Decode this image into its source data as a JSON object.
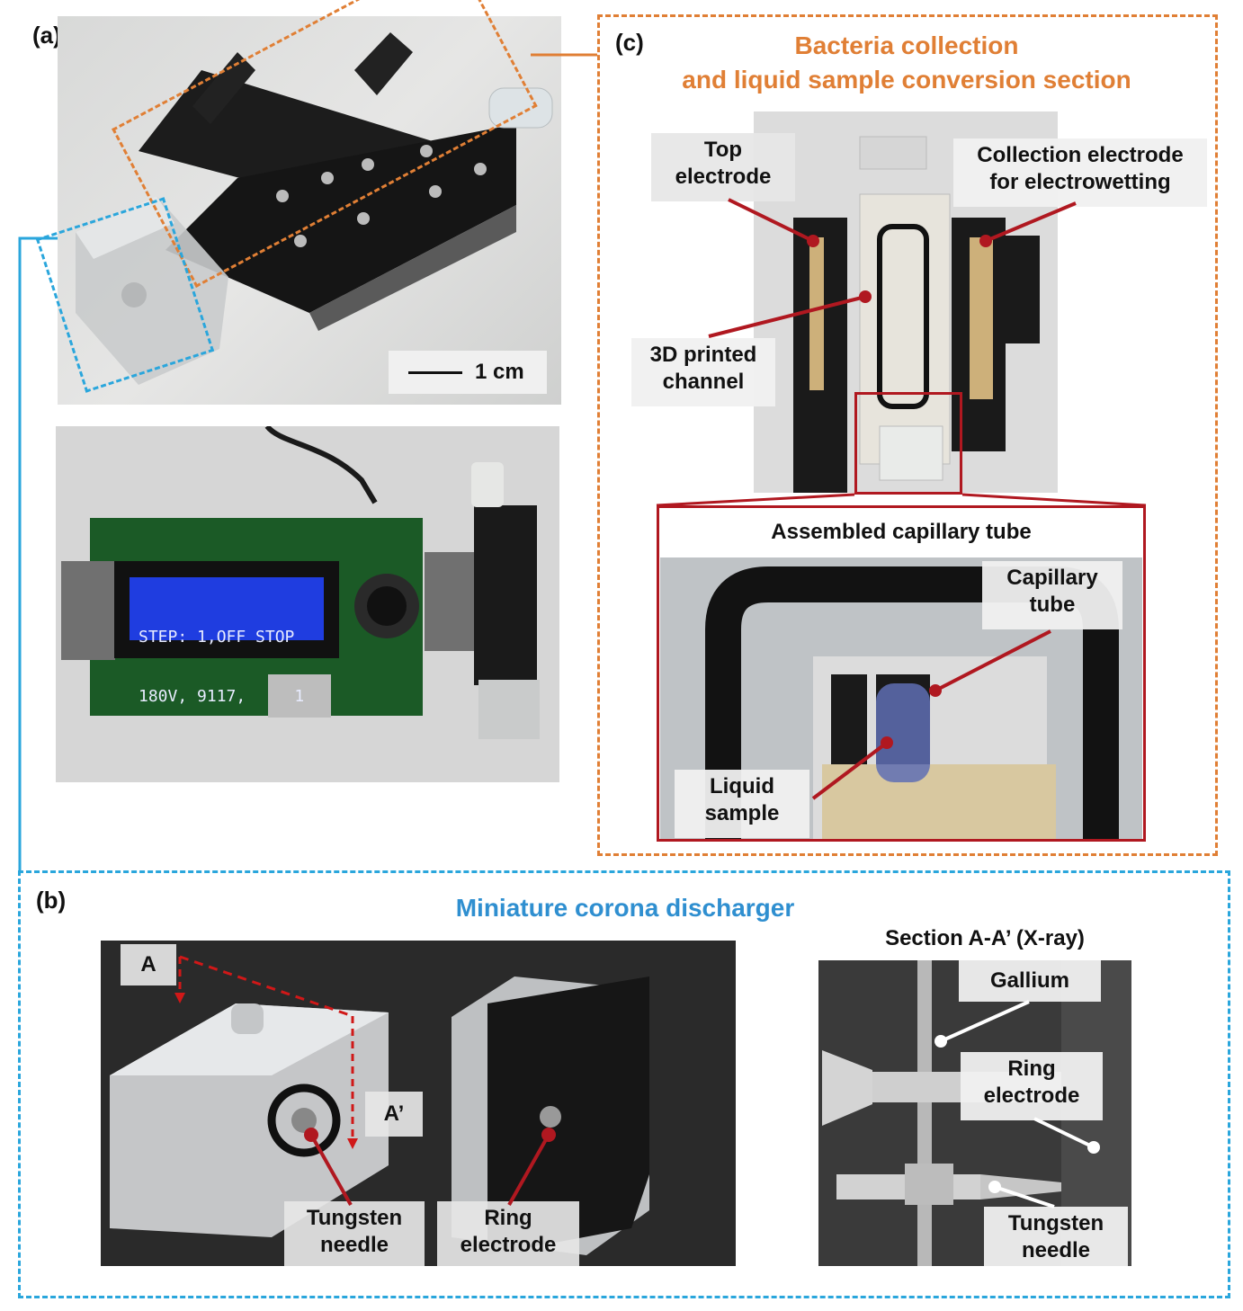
{
  "panel_a": {
    "letter": "(a)",
    "scale_bar": "1 cm",
    "lcd_line1": "STEP: 1,OFF STOP",
    "lcd_line2": "180V, 9117,     1"
  },
  "panel_b": {
    "letter": "(b)",
    "title": "Miniature corona discharger",
    "label_a": "A",
    "label_a_prime": "A’",
    "tungsten_needle": [
      "Tungsten",
      "needle"
    ],
    "ring_electrode": [
      "Ring",
      "electrode"
    ],
    "xray": {
      "title": "Section A-A’ (X-ray)",
      "gallium": "Gallium",
      "ring_electrode": [
        "Ring",
        "electrode"
      ],
      "tungsten_needle": [
        "Tungsten",
        "needle"
      ]
    }
  },
  "panel_c": {
    "letter": "(c)",
    "title_line1": "Bacteria collection",
    "title_line2": "and liquid sample conversion section",
    "top_electrode": [
      "Top",
      "electrode"
    ],
    "collection_electrode": [
      "Collection electrode",
      "for electrowetting"
    ],
    "printed_channel": [
      "3D printed",
      "channel"
    ],
    "inset_title": "Assembled capillary tube",
    "capillary_tube": [
      "Capillary",
      "tube"
    ],
    "liquid_sample": [
      "Liquid",
      "sample"
    ]
  },
  "colors": {
    "orange": "#e07f35",
    "blue": "#2aa6dc",
    "red": "#b01820"
  }
}
